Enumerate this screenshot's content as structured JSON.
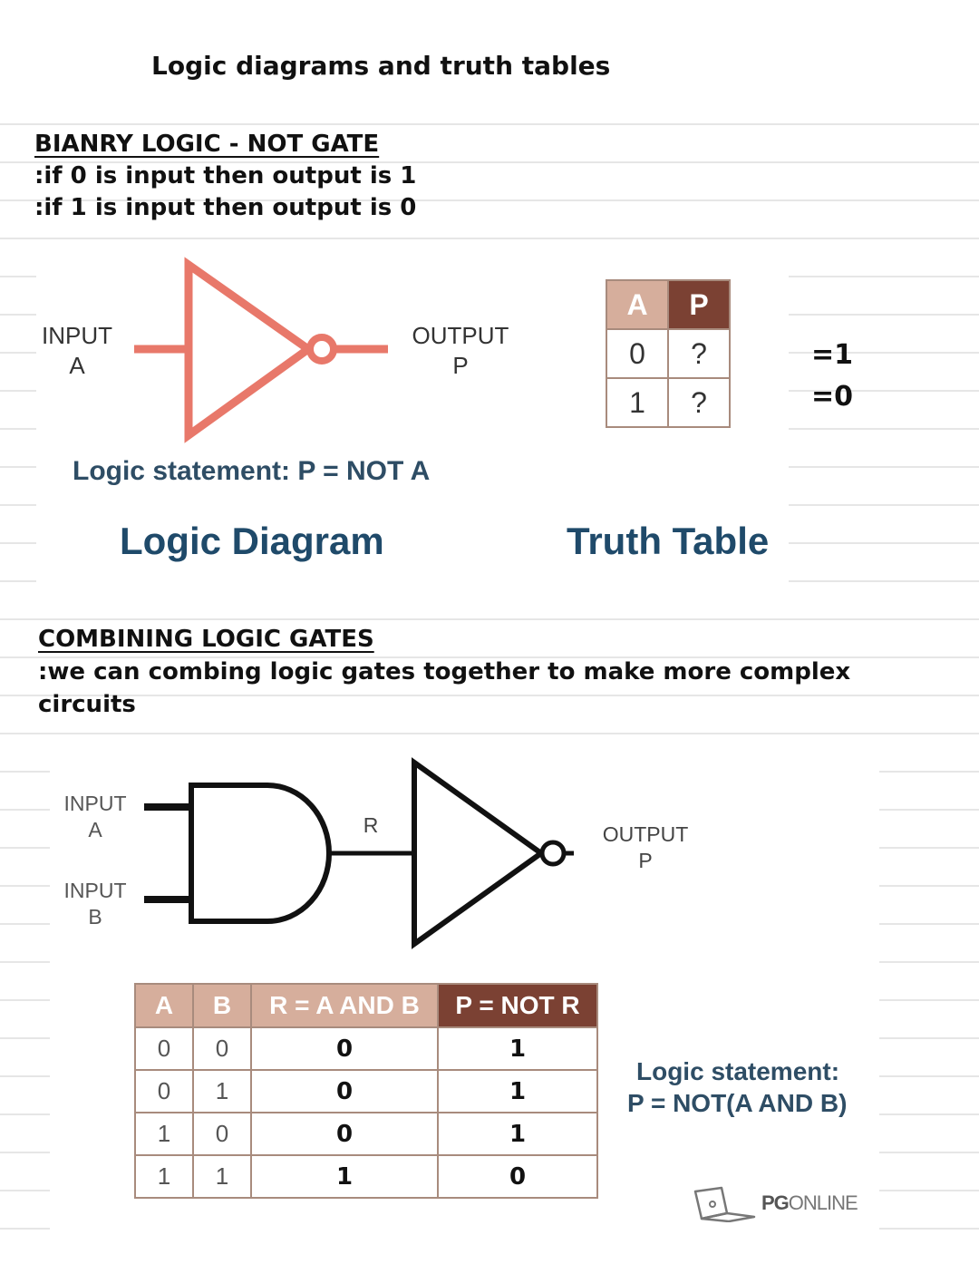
{
  "title": "Logic diagrams and truth tables",
  "section1": {
    "heading": "BIANRY LOGIC - NOT GATE",
    "lines": [
      ":if 0 is input then output is 1",
      ":if 1 is input then output is 0"
    ],
    "diagram": {
      "input_label": [
        "INPUT",
        "A"
      ],
      "output_label": [
        "OUTPUT",
        "P"
      ],
      "gate_color": "#e8786a",
      "logic_statement": "Logic statement: P = NOT A",
      "caption": "Logic Diagram"
    },
    "truth_table": {
      "headers": [
        "A",
        "P"
      ],
      "rows": [
        [
          "0",
          "?"
        ],
        [
          "1",
          "?"
        ]
      ],
      "caption": "Truth Table"
    },
    "answers": [
      "=1",
      "=0"
    ]
  },
  "section2": {
    "heading": "COMBINING LOGIC GATES",
    "lines": [
      ":we can combing logic gates together to make more complex",
      "circuits"
    ],
    "diagram": {
      "input_a_label": [
        "INPUT",
        "A"
      ],
      "input_b_label": [
        "INPUT",
        "B"
      ],
      "wire_label": "R",
      "output_label": [
        "OUTPUT",
        "P"
      ]
    },
    "truth_table": {
      "headers": [
        "A",
        "B",
        "R = A AND B",
        "P = NOT R"
      ],
      "rows": [
        [
          "0",
          "0",
          "0",
          "1"
        ],
        [
          "0",
          "1",
          "0",
          "1"
        ],
        [
          "1",
          "0",
          "0",
          "1"
        ],
        [
          "1",
          "1",
          "1",
          "0"
        ]
      ]
    },
    "logic_statement": [
      "Logic statement:",
      "P = NOT(A AND B)"
    ]
  },
  "logo": {
    "icon": "laptop-book-icon",
    "text_bold": "PG",
    "text": "ONLINE"
  },
  "colors": {
    "header_light": "#d6ae9c",
    "header_dark": "#7b4133",
    "caption_blue": "#1f4a6a",
    "gate_red": "#e8786a"
  }
}
